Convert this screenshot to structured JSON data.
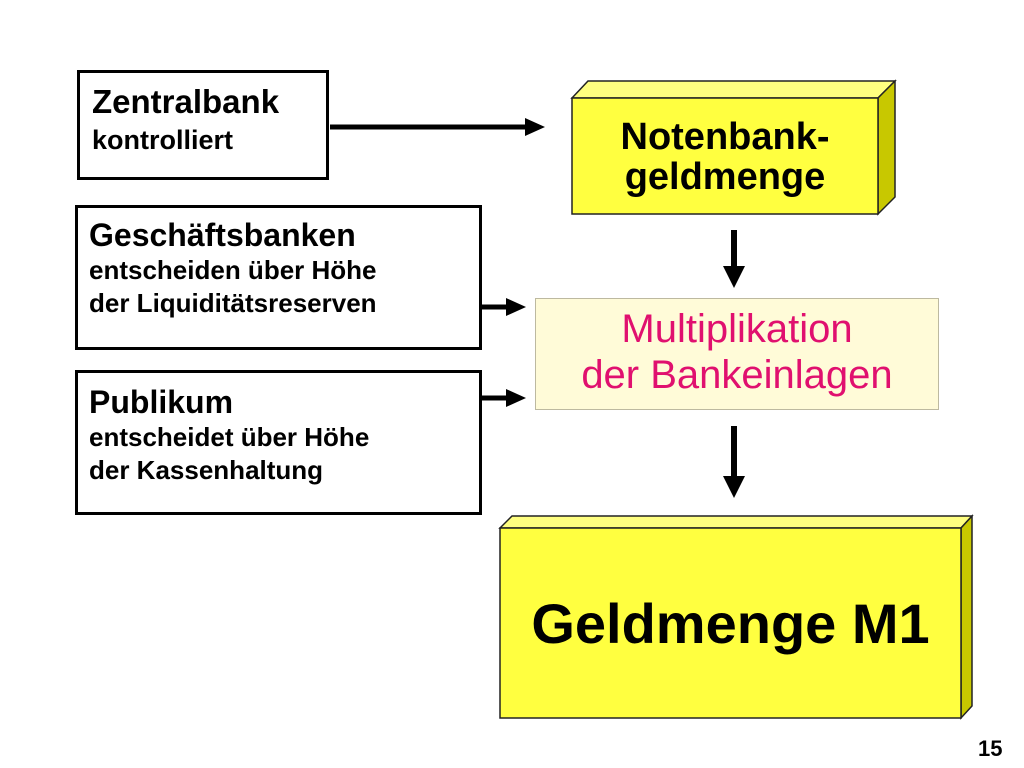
{
  "zentralbank": {
    "title": "Zentralbank",
    "lines": [
      "kontrolliert"
    ]
  },
  "geschaeftsbanken": {
    "title": "Geschäftsbanken",
    "lines": [
      "entscheiden über Höhe",
      "der Liquiditätsreserven"
    ]
  },
  "publikum": {
    "title": "Publikum",
    "lines": [
      "entscheidet über Höhe",
      "der Kassenhaltung"
    ]
  },
  "notenbank": {
    "line1": "Notenbank-",
    "line2": "geldmenge"
  },
  "multiplikation": {
    "line1": "Multiplikation",
    "line2": "der Bankeinlagen"
  },
  "m1": {
    "label": "Geldmenge M1"
  },
  "page_number": "15",
  "colors": {
    "yellow_box": "#ffff40",
    "multiplication_bg": "#fffbd8",
    "multiplication_text": "#e0106f"
  }
}
